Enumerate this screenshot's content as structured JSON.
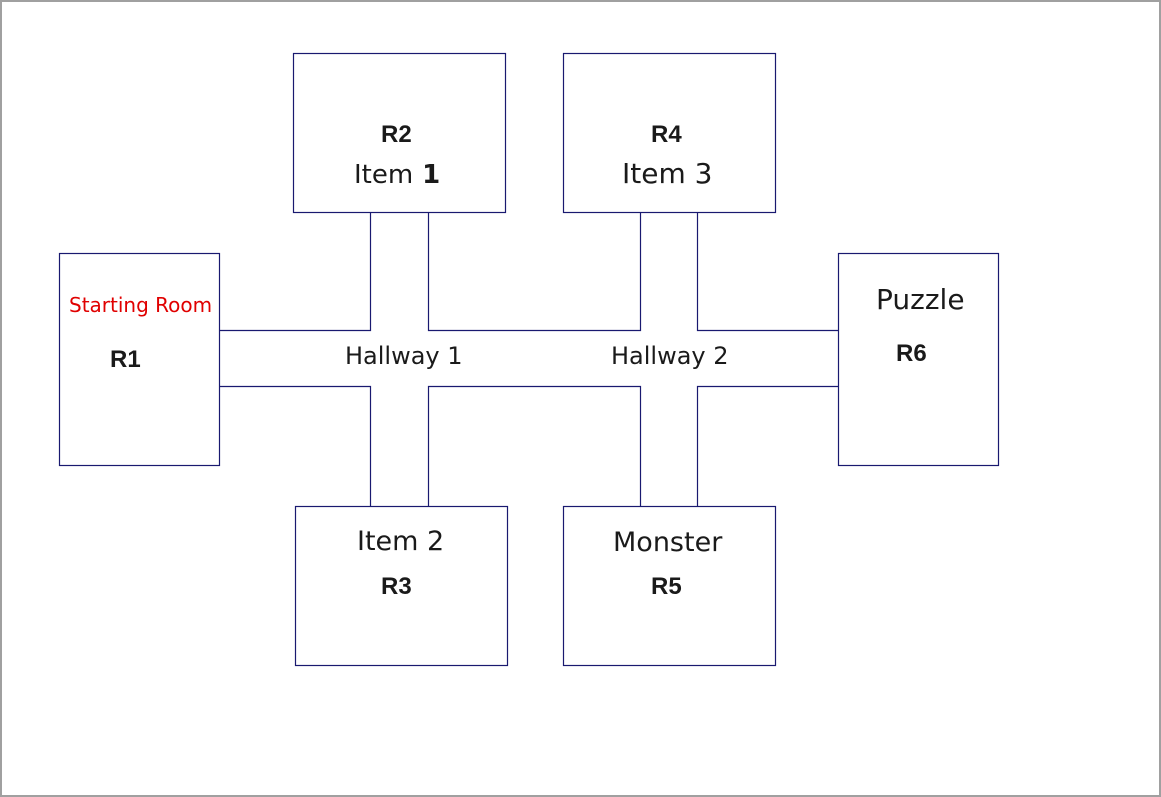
{
  "colors": {
    "line": "#191970",
    "start_label": "#e00000",
    "text": "#1a1a1a",
    "frame_border": "#a0a0a0"
  },
  "rooms": {
    "r1": {
      "id": "R1",
      "note": "Starting Room"
    },
    "r2": {
      "id": "R2",
      "item_word": "Item",
      "item_num": "1"
    },
    "r3": {
      "id": "R3",
      "note": "Item 2"
    },
    "r4": {
      "id": "R4",
      "note": "Item 3"
    },
    "r5": {
      "id": "R5",
      "note": "Monster"
    },
    "r6": {
      "id": "R6",
      "note": "Puzzle"
    }
  },
  "hallways": {
    "h1": "Hallway 1",
    "h2": "Hallway 2"
  }
}
